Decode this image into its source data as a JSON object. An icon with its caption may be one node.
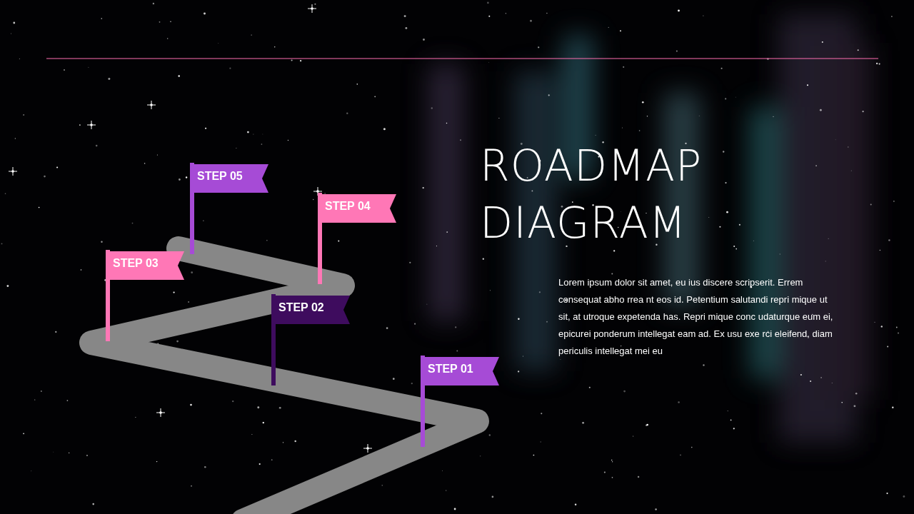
{
  "diagram": {
    "title": "ROADMAP DIAGRAM",
    "nodes": [
      {
        "text": [
          "STEP 05"
        ]
      },
      {
        "text": [
          "STEP 04"
        ]
      },
      {
        "text": [
          "STEP 03"
        ]
      },
      {
        "text": [
          "STEP 02"
        ]
      },
      {
        "text": [
          "STEP 01"
        ]
      }
    ],
    "edges": [],
    "labels": [
      "Lorem ipsum dolor sit amet, eu ius discere scripserit. Errem consequat abho rrea nt eos id. Petentium salutandi repri mique ut sit, at utroque expetenda has. Repri mique conc udaturque eum ei, epicurei ponderum intellegat eam ad. Ex usu exe rci eleifend, diam periculis intellegat mei eu"
    ]
  }
}
